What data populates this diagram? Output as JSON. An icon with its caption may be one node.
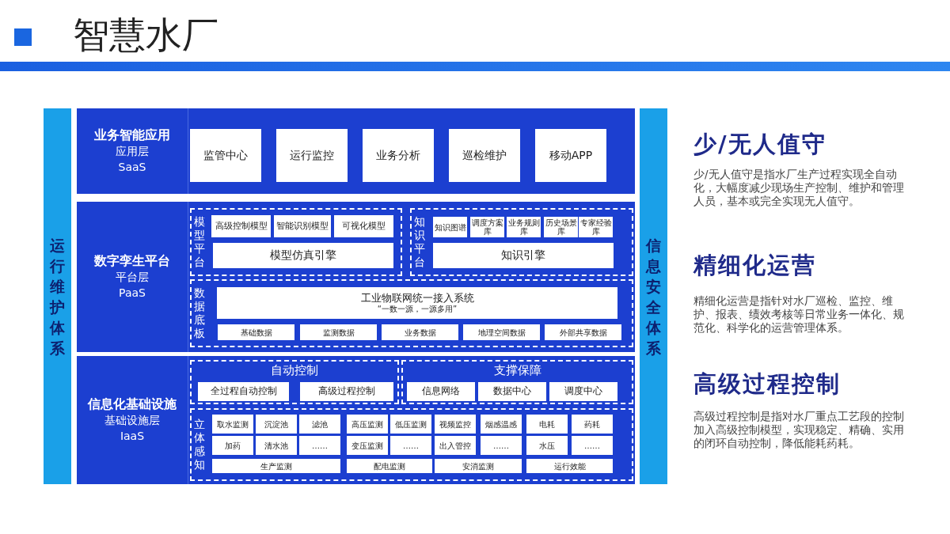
{
  "diagram": {
    "title": "智慧水厂",
    "nodes": [
      {
        "text": [
          "运行维护体系"
        ]
      },
      {
        "text": [
          "业务智能应用",
          "应用层",
          "SaaS"
        ]
      },
      {
        "text": [
          "监管中心"
        ],
        "in": 1
      },
      {
        "text": [
          "运行监控"
        ],
        "in": 1
      },
      {
        "text": [
          "业务分析"
        ],
        "in": 1
      },
      {
        "text": [
          "巡检维护"
        ],
        "in": 1
      },
      {
        "text": [
          "移动APP"
        ],
        "in": 1
      },
      {
        "text": [
          "数字孪生平台",
          "平台层",
          "PaaS"
        ]
      },
      {
        "text": [
          "模型平台"
        ],
        "in": 7
      },
      {
        "text": [
          "高级控制模型"
        ],
        "in": 8
      },
      {
        "text": [
          "智能识别模型"
        ],
        "in": 8
      },
      {
        "text": [
          "可视化模型"
        ],
        "in": 8
      },
      {
        "text": [
          "模型仿真引擎"
        ],
        "in": 8
      },
      {
        "text": [
          "知识平台"
        ],
        "in": 7
      },
      {
        "text": [
          "知识图谱"
        ],
        "in": 13
      },
      {
        "text": [
          "调度方案库"
        ],
        "in": 13
      },
      {
        "text": [
          "业务规则库"
        ],
        "in": 13
      },
      {
        "text": [
          "历史场景库"
        ],
        "in": 13
      },
      {
        "text": [
          "专家经验库"
        ],
        "in": 13
      },
      {
        "text": [
          "知识引擎"
        ],
        "in": 13
      },
      {
        "text": [
          "数据底板"
        ],
        "in": 7
      },
      {
        "text": [
          "工业物联网统一接入系统",
          "“一数一源，一源多用”"
        ],
        "in": 20
      },
      {
        "text": [
          "基础数据"
        ],
        "in": 20
      },
      {
        "text": [
          "监测数据"
        ],
        "in": 20
      },
      {
        "text": [
          "业务数据"
        ],
        "in": 20
      },
      {
        "text": [
          "地理空间数据"
        ],
        "in": 20
      },
      {
        "text": [
          "外部共享数据"
        ],
        "in": 20
      },
      {
        "text": [
          "信息化基础设施",
          "基础设施层",
          "IaaS"
        ]
      },
      {
        "text": [
          "自动控制"
        ],
        "in": 27
      },
      {
        "text": [
          "全过程自动控制"
        ],
        "in": 28
      },
      {
        "text": [
          "高级过程控制"
        ],
        "in": 28
      },
      {
        "text": [
          "支撑保障"
        ],
        "in": 27
      },
      {
        "text": [
          "信息网络"
        ],
        "in": 31
      },
      {
        "text": [
          "数据中心"
        ],
        "in": 31
      },
      {
        "text": [
          "调度中心"
        ],
        "in": 31
      },
      {
        "text": [
          "立体感知"
        ],
        "in": 27
      },
      {
        "text": [
          "取水监测"
        ],
        "in": 35
      },
      {
        "text": [
          "沉淀池"
        ],
        "in": 35
      },
      {
        "text": [
          "滤池"
        ],
        "in": 35
      },
      {
        "text": [
          "高压监测"
        ],
        "in": 35
      },
      {
        "text": [
          "低压监测"
        ],
        "in": 35
      },
      {
        "text": [
          "视频监控"
        ],
        "in": 35
      },
      {
        "text": [
          "烟感温感"
        ],
        "in": 35
      },
      {
        "text": [
          "电耗"
        ],
        "in": 35
      },
      {
        "text": [
          "药耗"
        ],
        "in": 35
      },
      {
        "text": [
          "加药"
        ],
        "in": 35
      },
      {
        "text": [
          "清水池"
        ],
        "in": 35
      },
      {
        "text": [
          "……"
        ],
        "in": 35
      },
      {
        "text": [
          "变压监测"
        ],
        "in": 35
      },
      {
        "text": [
          "……"
        ],
        "in": 35
      },
      {
        "text": [
          "出入管控"
        ],
        "in": 35
      },
      {
        "text": [
          "……"
        ],
        "in": 35
      },
      {
        "text": [
          "水压"
        ],
        "in": 35
      },
      {
        "text": [
          "……"
        ],
        "in": 35
      },
      {
        "text": [
          "生产监测"
        ],
        "in": 35
      },
      {
        "text": [
          "配电监测"
        ],
        "in": 35
      },
      {
        "text": [
          "安消监测"
        ],
        "in": 35
      },
      {
        "text": [
          "运行效能"
        ],
        "in": 35
      },
      {
        "text": [
          "信息安全体系"
        ]
      }
    ],
    "edges": [],
    "labels": [
      "少/无人值守",
      "少/无人值守是指水厂生产过程实现全自动化，大幅度减少现场生产控制、维护和管理人员，基本或完全实现无人值守。",
      "精细化运营",
      "精细化运营是指针对水厂巡检、监控、维护、报表、绩效考核等日常业务一体化、规范化、科学化的运营管理体系。",
      "高级过程控制",
      "高级过程控制是指对水厂重点工艺段的控制加入高级控制模型，实现稳定、精确、实用的闭环自动控制，降低能耗药耗。"
    ]
  }
}
